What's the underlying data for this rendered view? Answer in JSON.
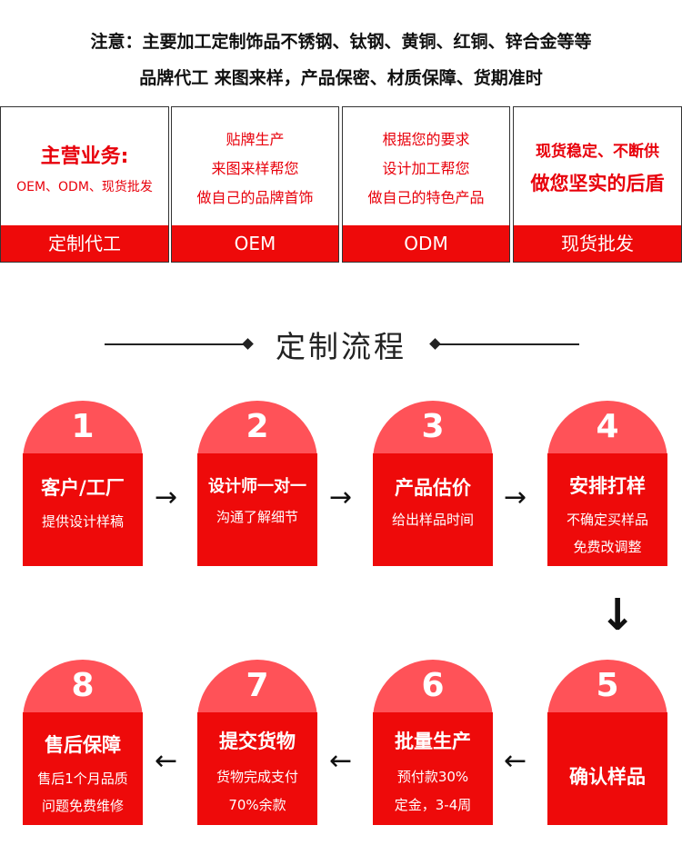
{
  "notice": {
    "line1": "注意：主要加工定制饰品不锈钢、钛钢、黄铜、红铜、锌合金等等",
    "line2": "品牌代工 来图来样，产品保密、材质保障、货期准时"
  },
  "services": [
    {
      "lines": [
        "主营业务:",
        "OEM、ODM、现货批发"
      ],
      "footer": "定制代工"
    },
    {
      "lines": [
        "贴牌生产",
        "来图来样帮您",
        "做自己的品牌首饰"
      ],
      "footer": "OEM"
    },
    {
      "lines": [
        "根据您的要求",
        "设计加工帮您",
        "做自己的特色产品"
      ],
      "footer": "ODM"
    },
    {
      "lines": [
        "现货稳定、不断供",
        "做您坚实的后盾"
      ],
      "footer": "现货批发"
    }
  ],
  "process": {
    "title": "定制流程",
    "steps": [
      {
        "num": "1",
        "title": "客户/工厂",
        "desc": [
          "提供设计样稿"
        ]
      },
      {
        "num": "2",
        "title": "设计师一对一",
        "desc": [
          "沟通了解细节"
        ]
      },
      {
        "num": "3",
        "title": "产品估价",
        "desc": [
          "给出样品时间"
        ]
      },
      {
        "num": "4",
        "title": "安排打样",
        "desc": [
          "不确定买样品",
          "免费改调整"
        ]
      },
      {
        "num": "5",
        "title": "确认样品",
        "desc": []
      },
      {
        "num": "6",
        "title": "批量生产",
        "desc": [
          "预付款30%",
          "定金，3-4周"
        ]
      },
      {
        "num": "7",
        "title": "提交货物",
        "desc": [
          "货物完成支付",
          "70%余款"
        ]
      },
      {
        "num": "8",
        "title": "售后保障",
        "desc": [
          "售后1个月品质",
          "问题免费维修"
        ]
      }
    ]
  },
  "arrows": {
    "right": "→",
    "left": "←",
    "down": "↓"
  },
  "colors": {
    "red": "#ee0a0a",
    "cap": "#ff5258",
    "text_red": "#e8000b"
  }
}
